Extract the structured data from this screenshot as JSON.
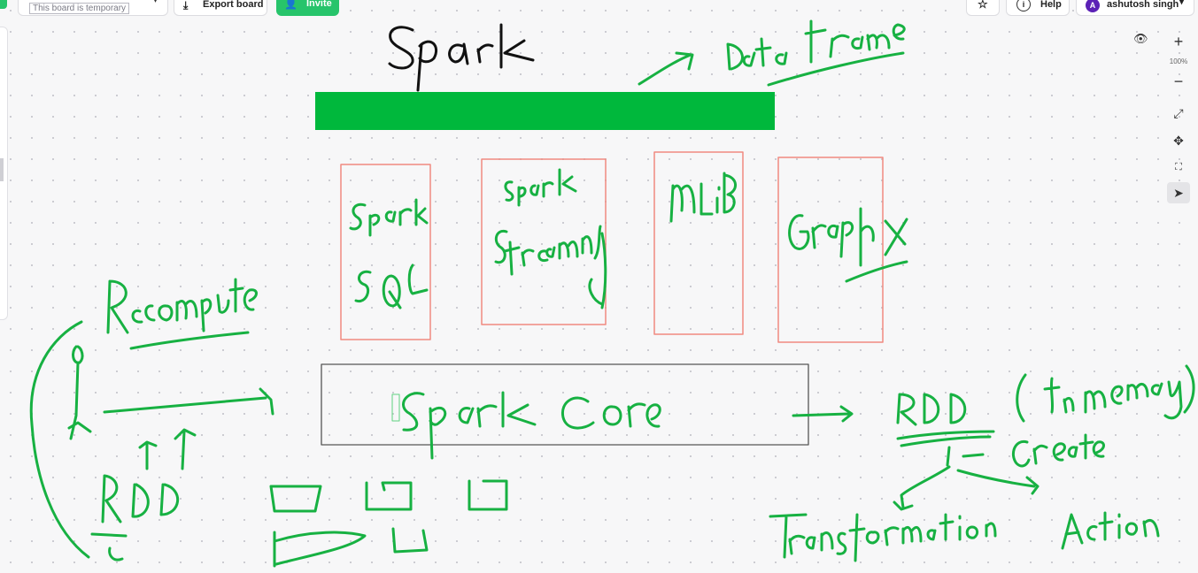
{
  "toolbar": {
    "board_status": "This board is temporary",
    "export_label": "Export board",
    "invite_label": "Invite",
    "help_label": "Help",
    "user_name": "ashutosh singh",
    "user_initial": "A"
  },
  "right_tools": {
    "zoom_in": "+",
    "zoom_level": "100%",
    "zoom_out": "−"
  },
  "colors": {
    "ink_green": "#17b142",
    "ink_black": "#111111",
    "green_bar": "#00b83c",
    "box_red": "#f08a80",
    "core_border": "#555555",
    "accent": "#27c46b"
  },
  "icons": [
    "chevron-down-icon",
    "download-icon",
    "add-user-icon",
    "star-icon",
    "help-icon",
    "eye-icon",
    "fit-screen-icon",
    "move-icon",
    "frame-icon",
    "pointer-icon"
  ]
}
